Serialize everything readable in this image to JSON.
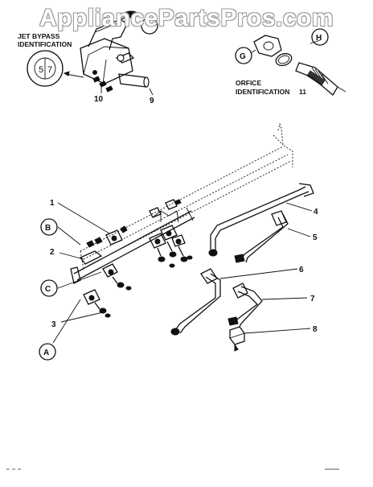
{
  "watermark": "AppliancePartsPros.com",
  "captions": {
    "jet_bypass_line1": "JET BYPASS",
    "jet_bypass_line2": "IDENTIFICATION",
    "orifice_line1": "ORFICE",
    "orifice_line2": "IDENTIFICATION",
    "orifice_number": "11"
  },
  "badge_numbers": {
    "left": "5",
    "right": "7"
  },
  "callouts": {
    "n1": "1",
    "n2": "2",
    "n3": "3",
    "n4": "4",
    "n5": "5",
    "n6": "6",
    "n7": "7",
    "n8": "8",
    "n9": "9",
    "n10": "10",
    "A": "A",
    "B": "B",
    "C": "C",
    "G": "G",
    "H": "H"
  }
}
